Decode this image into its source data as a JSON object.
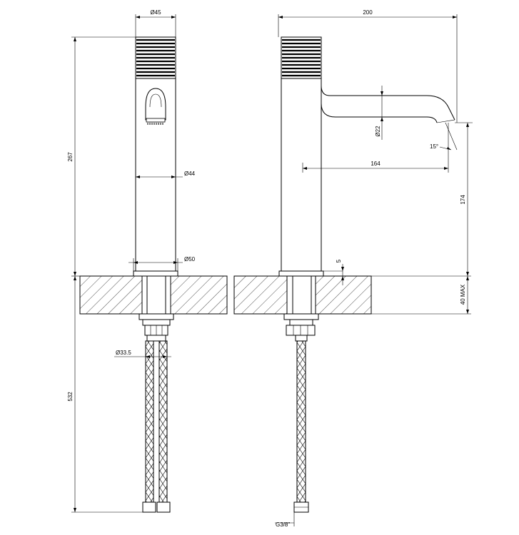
{
  "front_view": {
    "body_diameter": "Ø45",
    "upper_height": "267",
    "spout_diameter": "Ø44",
    "base_diameter": "Ø50",
    "hose_diameter": "Ø33.5",
    "lower_length": "532"
  },
  "side_view": {
    "overall_width": "200",
    "spout_tube_diameter": "Ø22",
    "spout_angle": "15°",
    "spout_reach": "164",
    "spout_height": "174",
    "base_ring": "5",
    "counter_thickness": "40 MAX",
    "connection_thread": "G3/8\""
  }
}
